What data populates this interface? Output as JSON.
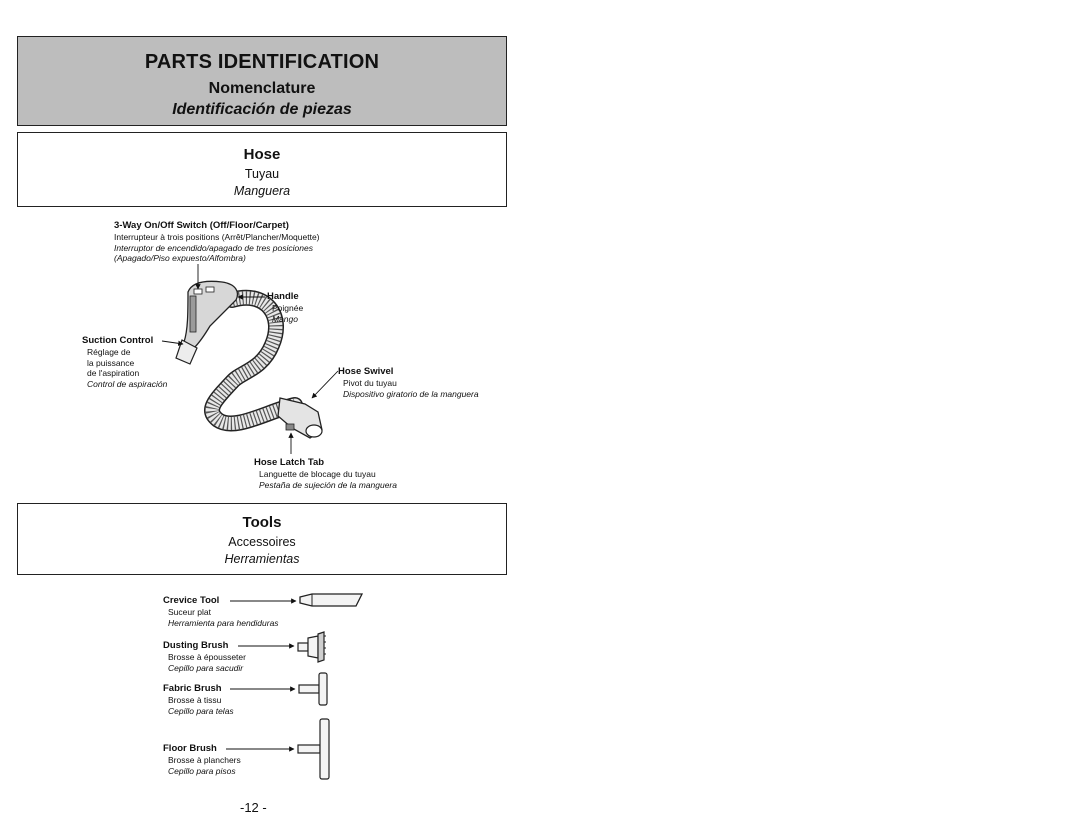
{
  "header": {
    "title": "PARTS IDENTIFICATION",
    "subtitle_fr": "Nomenclature",
    "subtitle_es": "Identificación de piezas"
  },
  "hose_section": {
    "title": "Hose",
    "title_fr": "Tuyau",
    "title_es": "Manguera",
    "labels": {
      "switch": {
        "en": "3-Way On/Off Switch (Off/Floor/Carpet)",
        "fr": "Interrupteur à trois positions (Arrêt/Plancher/Moquette)",
        "es1": "Interruptor de encendido/apagado de tres posiciones",
        "es2": "(Apagado/Piso expuesto/Alfombra)"
      },
      "handle": {
        "en": "Handle",
        "fr": "Poignée",
        "es": "Mango"
      },
      "suction": {
        "en": "Suction Control",
        "fr1": "Réglage de",
        "fr2": "la puissance",
        "fr3": "de l'aspiration",
        "es": "Control de aspiración"
      },
      "swivel": {
        "en": "Hose Swivel",
        "fr": "Pivot du tuyau",
        "es": "Dispositivo giratorio de la manguera"
      },
      "latch": {
        "en": "Hose Latch Tab",
        "fr": "Languette de blocage du tuyau",
        "es": "Pestaña de sujeción de la manguera"
      }
    }
  },
  "tools_section": {
    "title": "Tools",
    "title_fr": "Accessoires",
    "title_es": "Herramientas",
    "items": [
      {
        "en": "Crevice Tool",
        "fr": "Suceur plat",
        "es": "Herramienta para hendiduras"
      },
      {
        "en": "Dusting Brush",
        "fr": "Brosse à épousseter",
        "es": "Cepillo para sacudir"
      },
      {
        "en": "Fabric Brush",
        "fr": "Brosse à tissu",
        "es": "Cepillo para telas"
      },
      {
        "en": "Floor Brush",
        "fr": "Brosse à planchers",
        "es": "Cepillo para pisos"
      }
    ]
  },
  "page_number": "-12 -"
}
